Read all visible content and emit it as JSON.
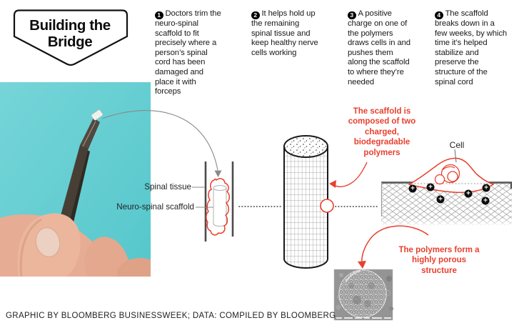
{
  "title": {
    "line1": "Building the",
    "line2": "Bridge"
  },
  "steps": [
    {
      "num": "1",
      "text": "Doctors trim the neuro-spinal scaffold to fit precisely where a person’s spinal cord has been damaged and place it with forceps"
    },
    {
      "num": "2",
      "text": "It helps hold up the remaining spinal tissue and keep healthy nerve cells working"
    },
    {
      "num": "3",
      "text": "A positive charge on one of the polymers draws cells in and pushes them along the scaffold to where they’re needed"
    },
    {
      "num": "4",
      "text": "The scaffold breaks down in a few weeks, by which time it’s helped stabilize and preserve the structure of the spinal cord"
    }
  ],
  "labels": {
    "spinal_tissue": "Spinal tissue",
    "neuro_spinal_scaffold": "Neuro-spinal scaffold",
    "cell": "Cell",
    "plus_sign": "+"
  },
  "callouts": {
    "scaffold_composition": "The scaffold is composed of two charged, biodegradable polymers",
    "porous_structure": "The polymers form a highly porous structure"
  },
  "credit": "GRAPHIC BY BLOOMBERG BUSINESSWEEK; DATA: COMPILED BY BLOOMBERG",
  "colors": {
    "accent_red": "#e8402e",
    "photo_background_cyan": "#68cfd2",
    "text_black": "#161616"
  }
}
